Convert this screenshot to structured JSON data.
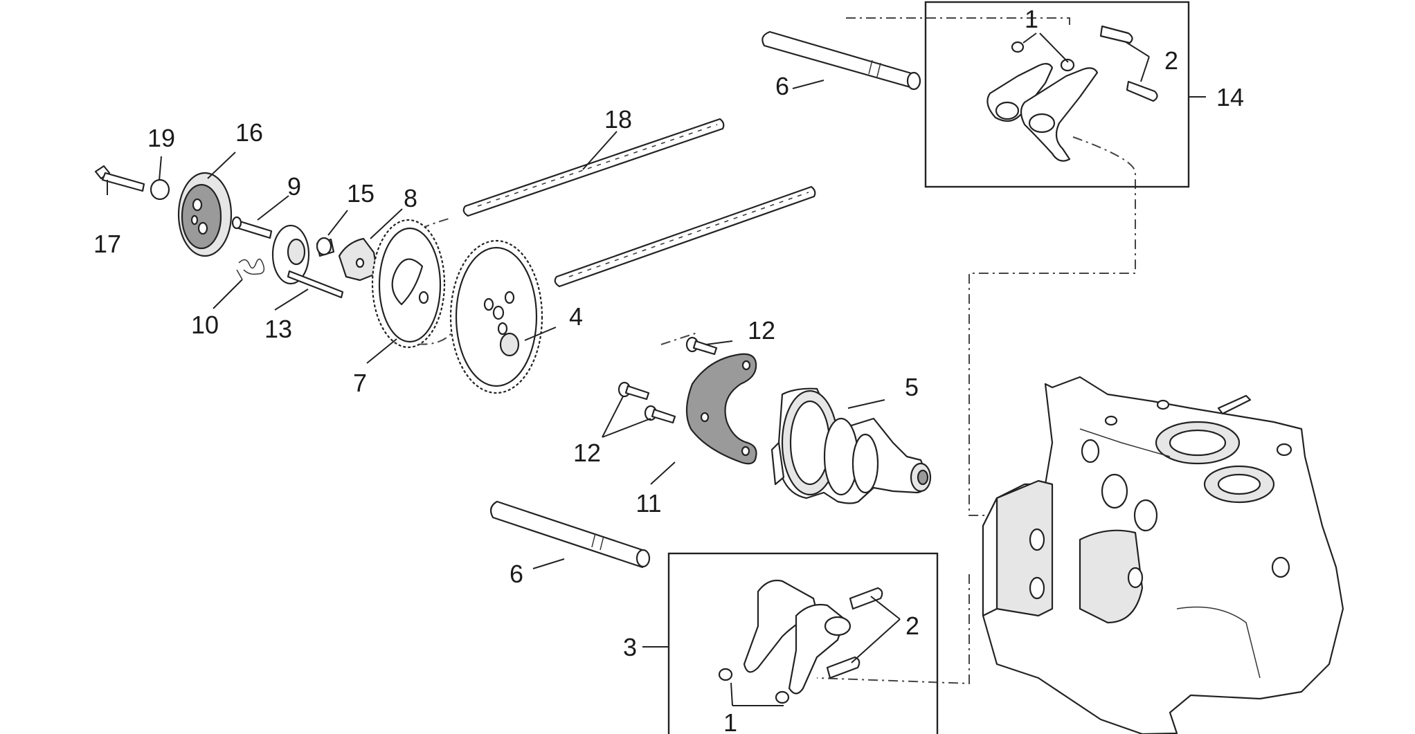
{
  "callouts": {
    "c1_top": "1",
    "c2_top": "2",
    "c14": "14",
    "c6_top": "6",
    "c18": "18",
    "c19": "19",
    "c16": "16",
    "c9": "9",
    "c15": "15",
    "c8": "8",
    "c17": "17",
    "c10": "10",
    "c13": "13",
    "c7": "7",
    "c4": "4",
    "c12_top": "12",
    "c12_left": "12",
    "c11": "11",
    "c5": "5",
    "c6_bottom": "6",
    "c3": "3",
    "c2_bottom": "2",
    "c1_bottom": "1"
  }
}
